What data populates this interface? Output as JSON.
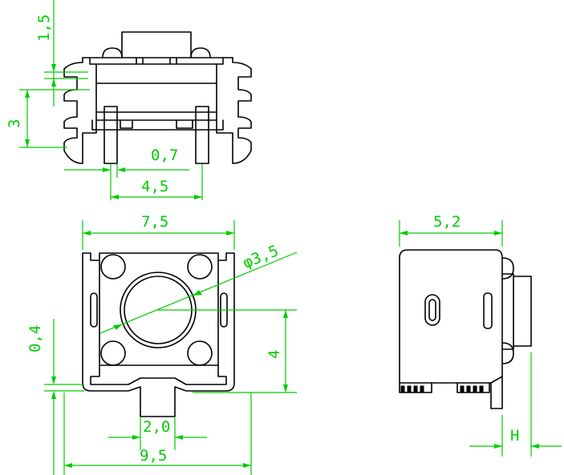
{
  "top_view": {
    "dim_height_total": "1,5",
    "dim_height_body": "3",
    "dim_pin_width": "0,7",
    "dim_pin_spacing": "4,5"
  },
  "front_view": {
    "dim_body_width": "7,5",
    "dim_button_diameter": "φ3,5",
    "dim_button_offset": "4",
    "dim_foot_thickness": "0,4",
    "dim_tab_width": "2,0",
    "dim_overall_width": "9,5"
  },
  "side_view": {
    "dim_depth": "5,2",
    "dim_stem_height": "H"
  },
  "colors": {
    "outline": "#000000",
    "dimension": "#00cc00",
    "background": "#ffffff"
  }
}
